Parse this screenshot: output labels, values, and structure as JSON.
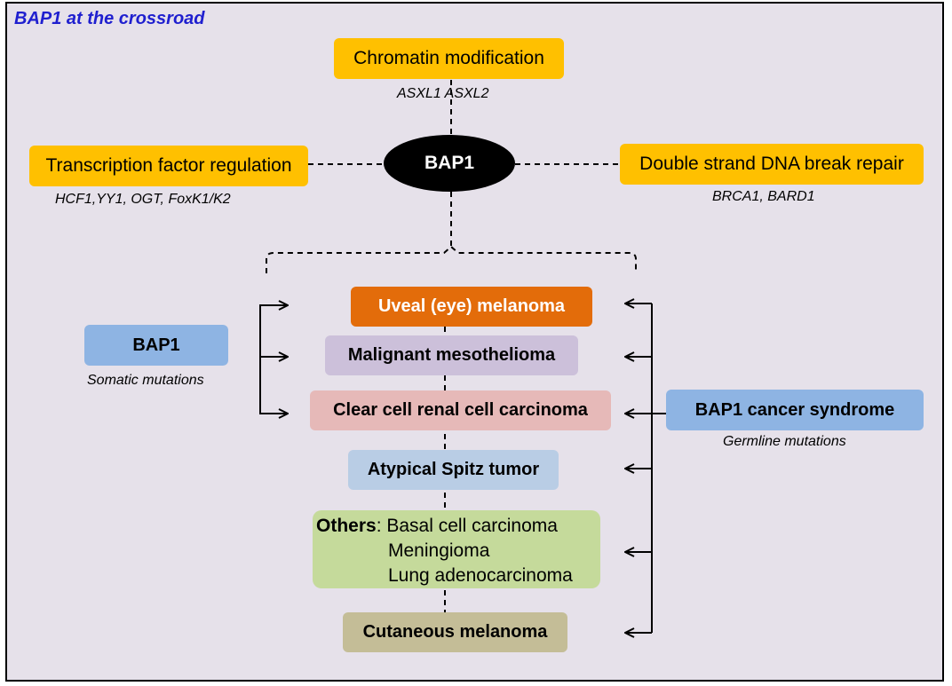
{
  "title": "BAP1 at the crossroad",
  "center": {
    "label": "BAP1"
  },
  "functions": {
    "chromatin": {
      "label": "Chromatin modification",
      "partners": "ASXL1 ASXL2"
    },
    "transcription": {
      "label": "Transcription factor regulation",
      "partners": "HCF1,YY1, OGT, FoxK1/K2"
    },
    "dna_repair": {
      "label": "Double strand DNA break repair",
      "partners": "BRCA1, BARD1"
    }
  },
  "cancers": {
    "uveal": "Uveal (eye) melanoma",
    "mesothelioma": "Malignant mesothelioma",
    "renal": "Clear cell renal cell carcinoma",
    "spitz": "Atypical Spitz tumor",
    "others": {
      "heading": "Others",
      "items": [
        "Basal cell carcinoma",
        "Meningioma",
        "Lung adenocarcinoma"
      ]
    },
    "cutaneous": "Cutaneous melanoma"
  },
  "somatic": {
    "label": "BAP1",
    "caption": "Somatic mutations"
  },
  "germline": {
    "label": "BAP1 cancer syndrome",
    "caption": "Germline mutations"
  },
  "colors": {
    "background": "#e6e1ea",
    "function_box": "#ffc000",
    "uveal": "#e36c0a",
    "mesothelioma": "#ccc0da",
    "renal": "#e6b9b8",
    "spitz": "#b9cde5",
    "others": "#c5da9b",
    "cutaneous": "#c4bd97",
    "mutation_box": "#8eb4e3",
    "title": "#1f1fcf"
  }
}
